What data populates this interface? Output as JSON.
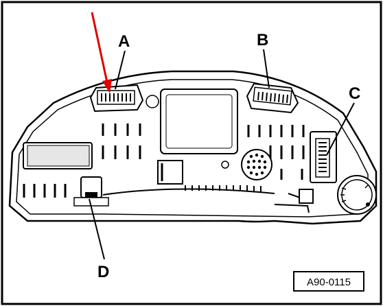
{
  "callouts": {
    "a": "A",
    "b": "B",
    "c": "C",
    "d": "D"
  },
  "figure_ref": "A90-0115",
  "colors": {
    "ink": "#000000",
    "arrow": "#e00000",
    "background": "#ffffff",
    "shade": "#e6e6e6"
  }
}
